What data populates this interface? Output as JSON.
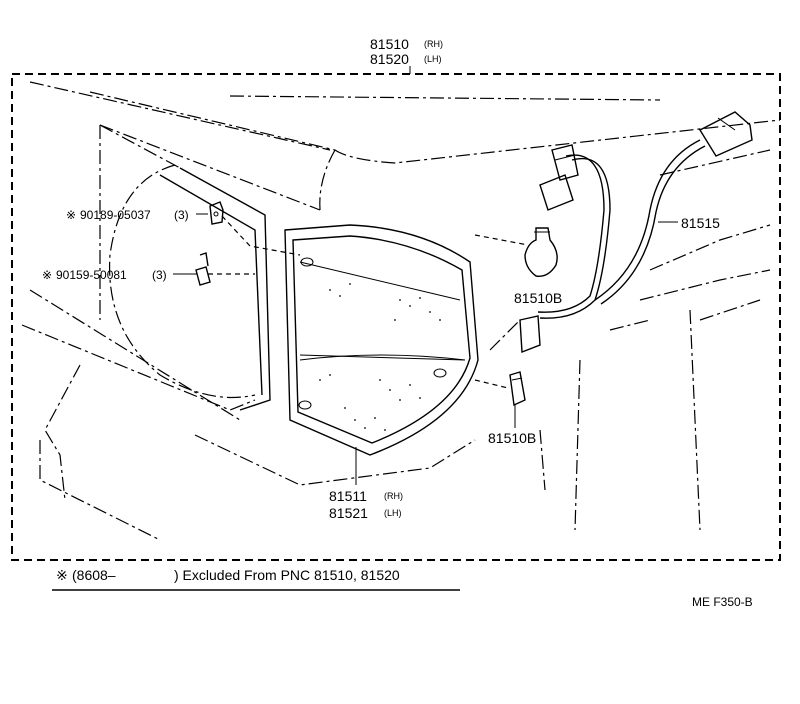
{
  "parts": {
    "lamp_assy": {
      "number_rh": "81510",
      "side_rh": "(RH)",
      "number_lh": "81520",
      "side_lh": "(LH)"
    },
    "lens": {
      "number_rh": "81511",
      "side_rh": "(RH)",
      "number_lh": "81521",
      "side_lh": "(LH)"
    },
    "bulb_large": "81510B",
    "bulb_small": "81510B",
    "socket_wire": "81515",
    "screw": {
      "mark": "※",
      "number": "90189-05037",
      "qty": "(3)"
    },
    "bolt": {
      "mark": "※",
      "number": "90159-50081",
      "qty": "(3)"
    }
  },
  "footnote": {
    "mark": "※",
    "range": "(8608–",
    "text": ") Excluded From PNC 81510, 81520"
  },
  "reference": "ME  F350-B"
}
